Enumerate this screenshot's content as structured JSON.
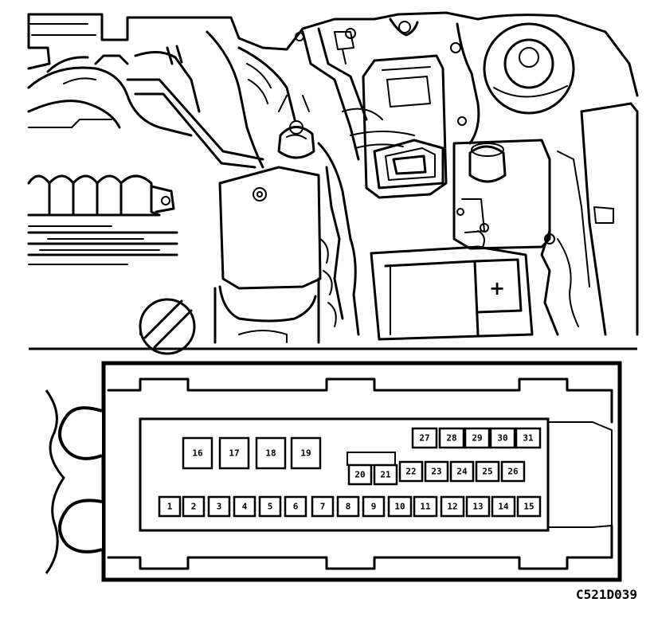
{
  "figure_code": "C521D039",
  "engine_bay": {
    "battery_symbol": "+"
  },
  "fuse_box": {
    "relay_row": [
      "16",
      "17",
      "18",
      "19"
    ],
    "middle_row": [
      "20",
      "21",
      "22",
      "23",
      "24",
      "25",
      "26"
    ],
    "top_row": [
      "27",
      "28",
      "29",
      "30",
      "31"
    ],
    "bottom_row": [
      "1",
      "2",
      "3",
      "4",
      "5",
      "6",
      "7",
      "8",
      "9",
      "10",
      "11",
      "12",
      "13",
      "14",
      "15"
    ]
  }
}
